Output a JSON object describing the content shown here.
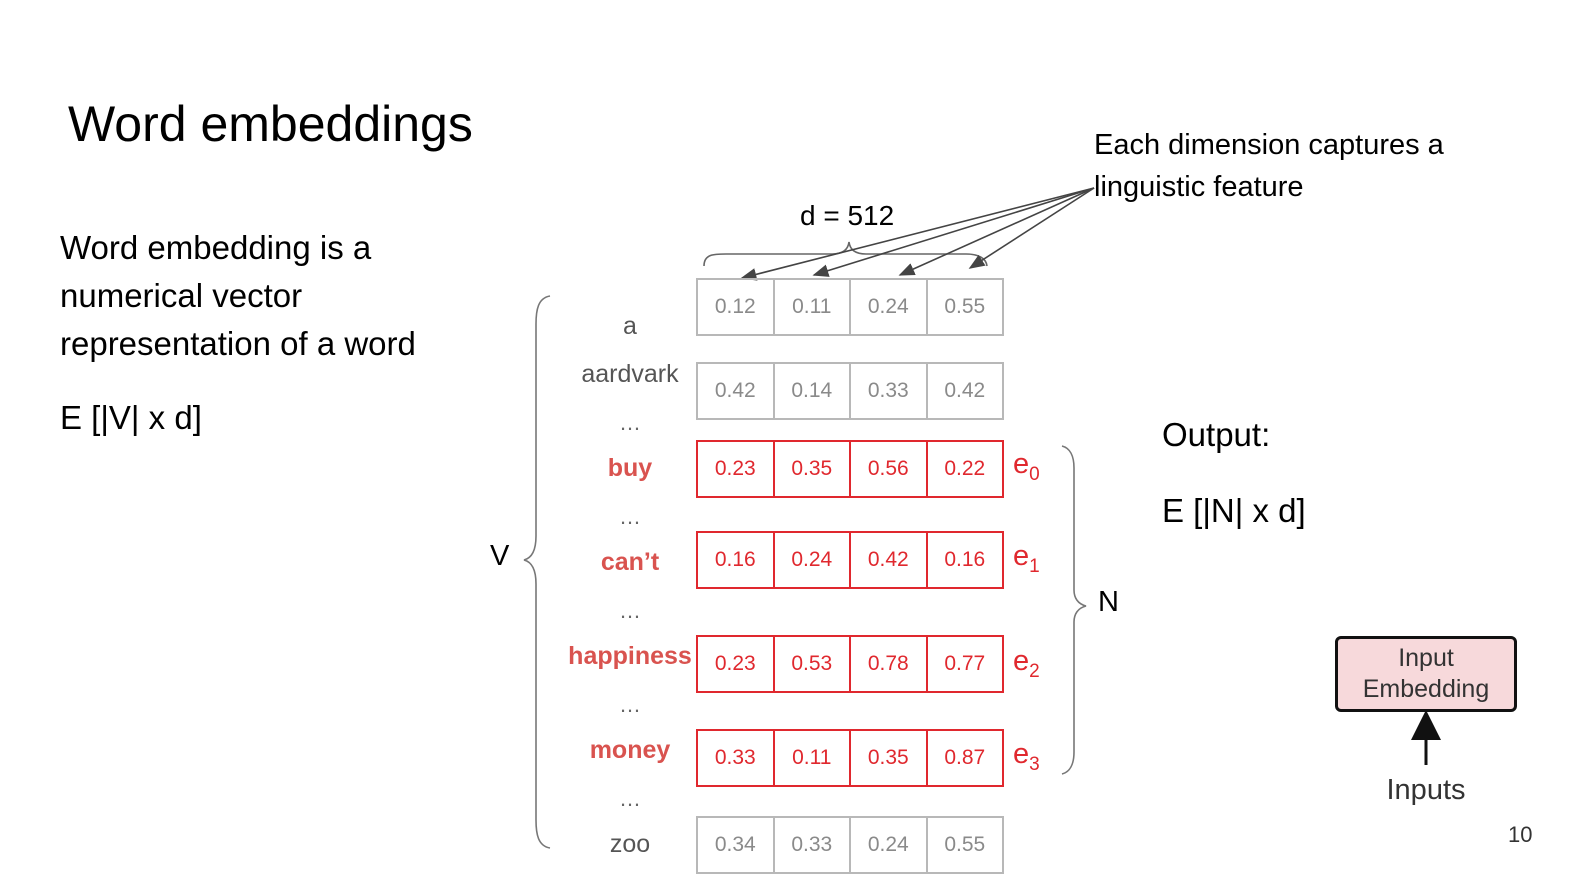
{
  "slide": {
    "title": "Word embeddings",
    "description": "Word embedding is a numerical vector representation of a word",
    "vocab_formula": "E [|V| x d]",
    "annotation": "Each dimension captures a linguistic feature",
    "dimension_label": "d = 512",
    "v_label": "V",
    "n_label": "N",
    "output_label": "Output:",
    "output_formula": "E [|N| x d]",
    "page_number": "10"
  },
  "ellipsis": "…",
  "rows": [
    {
      "word": "a",
      "values": [
        "0.12",
        "0.11",
        "0.24",
        "0.55"
      ],
      "highlight": false,
      "e": ""
    },
    {
      "word": "aardvark",
      "values": [
        "0.42",
        "0.14",
        "0.33",
        "0.42"
      ],
      "highlight": false,
      "e": ""
    },
    {
      "word": "buy",
      "values": [
        "0.23",
        "0.35",
        "0.56",
        "0.22"
      ],
      "highlight": true,
      "e": "e",
      "e_sub": "0"
    },
    {
      "word": "can’t",
      "values": [
        "0.16",
        "0.24",
        "0.42",
        "0.16"
      ],
      "highlight": true,
      "e": "e",
      "e_sub": "1"
    },
    {
      "word": "happiness",
      "values": [
        "0.23",
        "0.53",
        "0.78",
        "0.77"
      ],
      "highlight": true,
      "e": "e",
      "e_sub": "2"
    },
    {
      "word": "money",
      "values": [
        "0.33",
        "0.11",
        "0.35",
        "0.87"
      ],
      "highlight": true,
      "e": "e",
      "e_sub": "3"
    },
    {
      "word": "zoo",
      "values": [
        "0.34",
        "0.33",
        "0.24",
        "0.55"
      ],
      "highlight": false,
      "e": ""
    }
  ],
  "block": {
    "label": "Input Embedding",
    "inputs": "Inputs",
    "fill_color": "#f7d9db"
  },
  "colors": {
    "highlight": "#e0282e",
    "highlight_word": "#d9534f",
    "neutral_border": "#b8b8b8"
  }
}
